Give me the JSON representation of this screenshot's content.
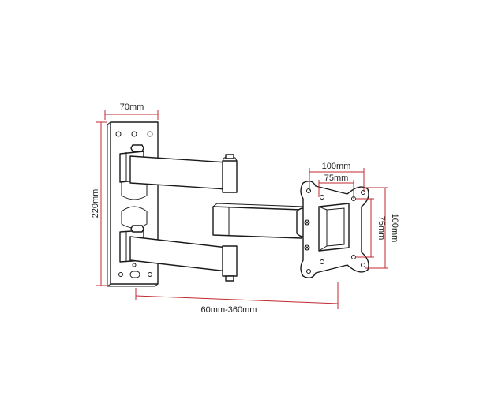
{
  "dimensions": {
    "plate_width": "70mm",
    "plate_height": "220mm",
    "arm_extension": "60mm-360mm",
    "vesa_outer_horizontal": "100mm",
    "vesa_inner_horizontal": "75mm",
    "vesa_outer_vertical": "100mm",
    "vesa_inner_vertical": "75mm"
  },
  "colors": {
    "dimension_line": "#c0292f",
    "outline": "#1a1a1a",
    "text": "#222222"
  }
}
